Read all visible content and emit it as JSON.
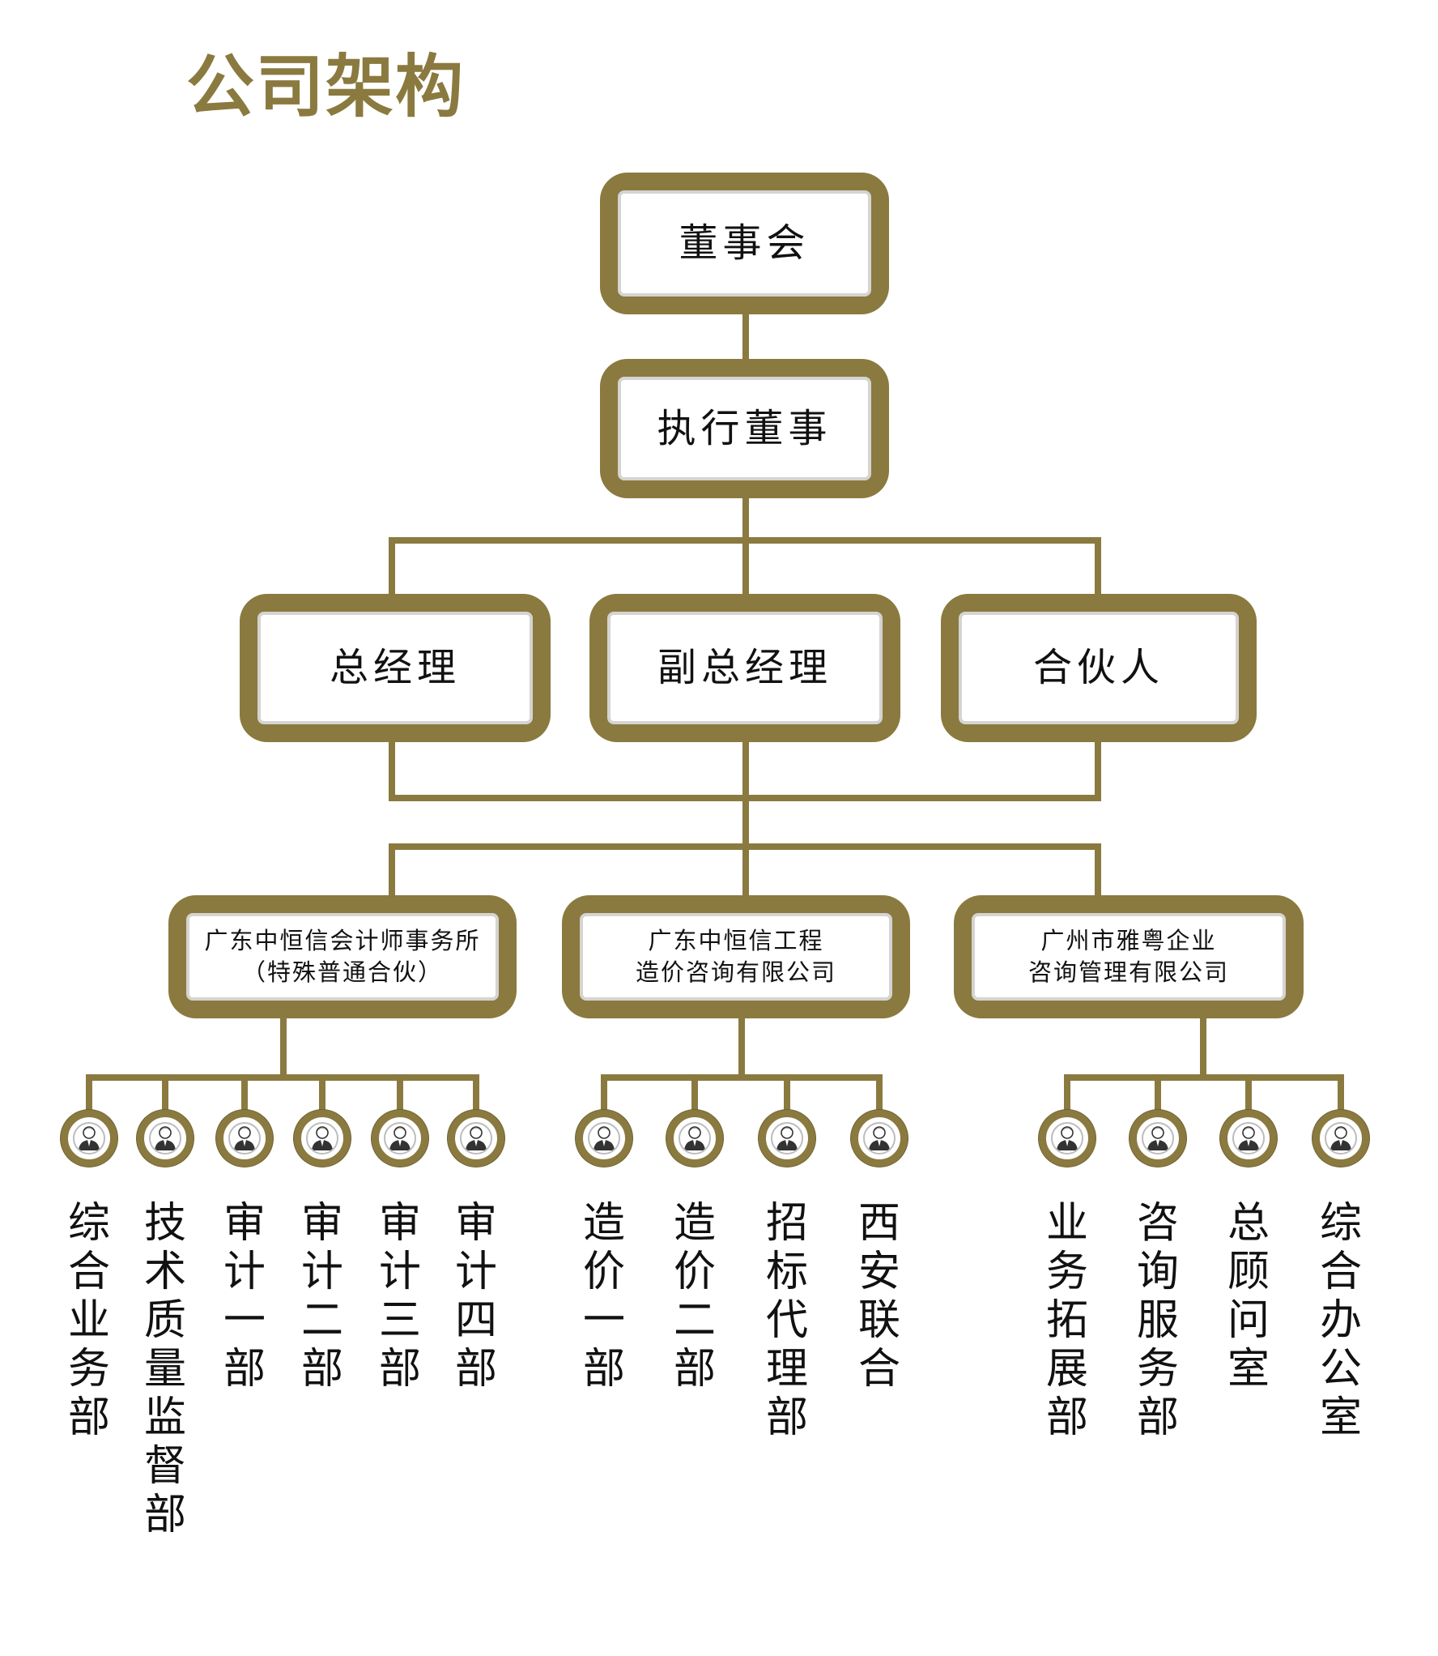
{
  "title": "公司架构",
  "colors": {
    "frame": "#8a7a3f",
    "inner_border": "#d5d4d2",
    "text": "#111111"
  },
  "chart": {
    "top": [
      "董事会",
      "执行董事"
    ],
    "management": [
      "总经理",
      "副总经理",
      "合伙人"
    ],
    "subsidiaries": [
      {
        "lines": [
          "广东中恒信会计师事务所",
          "（特殊普通合伙）"
        ]
      },
      {
        "lines": [
          "广东中恒信工程",
          "造价咨询有限公司"
        ]
      },
      {
        "lines": [
          "广州市雅粤企业",
          "咨询管理有限公司"
        ]
      }
    ],
    "departments": [
      [
        "综合业务部",
        "技术质量监督部",
        "审计一部",
        "审计二部",
        "审计三部",
        "审计四部"
      ],
      [
        "造价一部",
        "造价二部",
        "招标代理部",
        "西安联合"
      ],
      [
        "业务拓展部",
        "咨询服务部",
        "总顾问室",
        "综合办公室"
      ]
    ]
  },
  "icons": {
    "member": "person-icon"
  }
}
